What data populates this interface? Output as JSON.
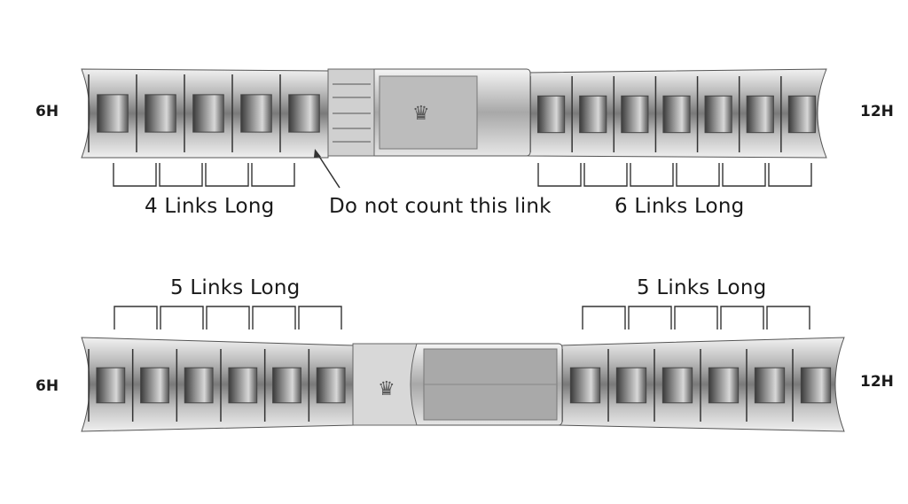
{
  "top": {
    "left_end": "6H",
    "right_end": "12H",
    "left_count": "4 Links Long",
    "callout": "Do not count this link",
    "right_count": "6 Links Long",
    "left_links": 4,
    "right_links": 6
  },
  "bottom": {
    "left_end": "6H",
    "right_end": "12H",
    "left_count": "5 Links Long",
    "right_count": "5 Links Long",
    "left_links": 5,
    "right_links": 5
  },
  "colors": {
    "steel_light": "#e8e8e8",
    "steel_mid": "#9a9a9a",
    "steel_dark": "#3c3c3c",
    "ink": "#1a1a1a"
  }
}
